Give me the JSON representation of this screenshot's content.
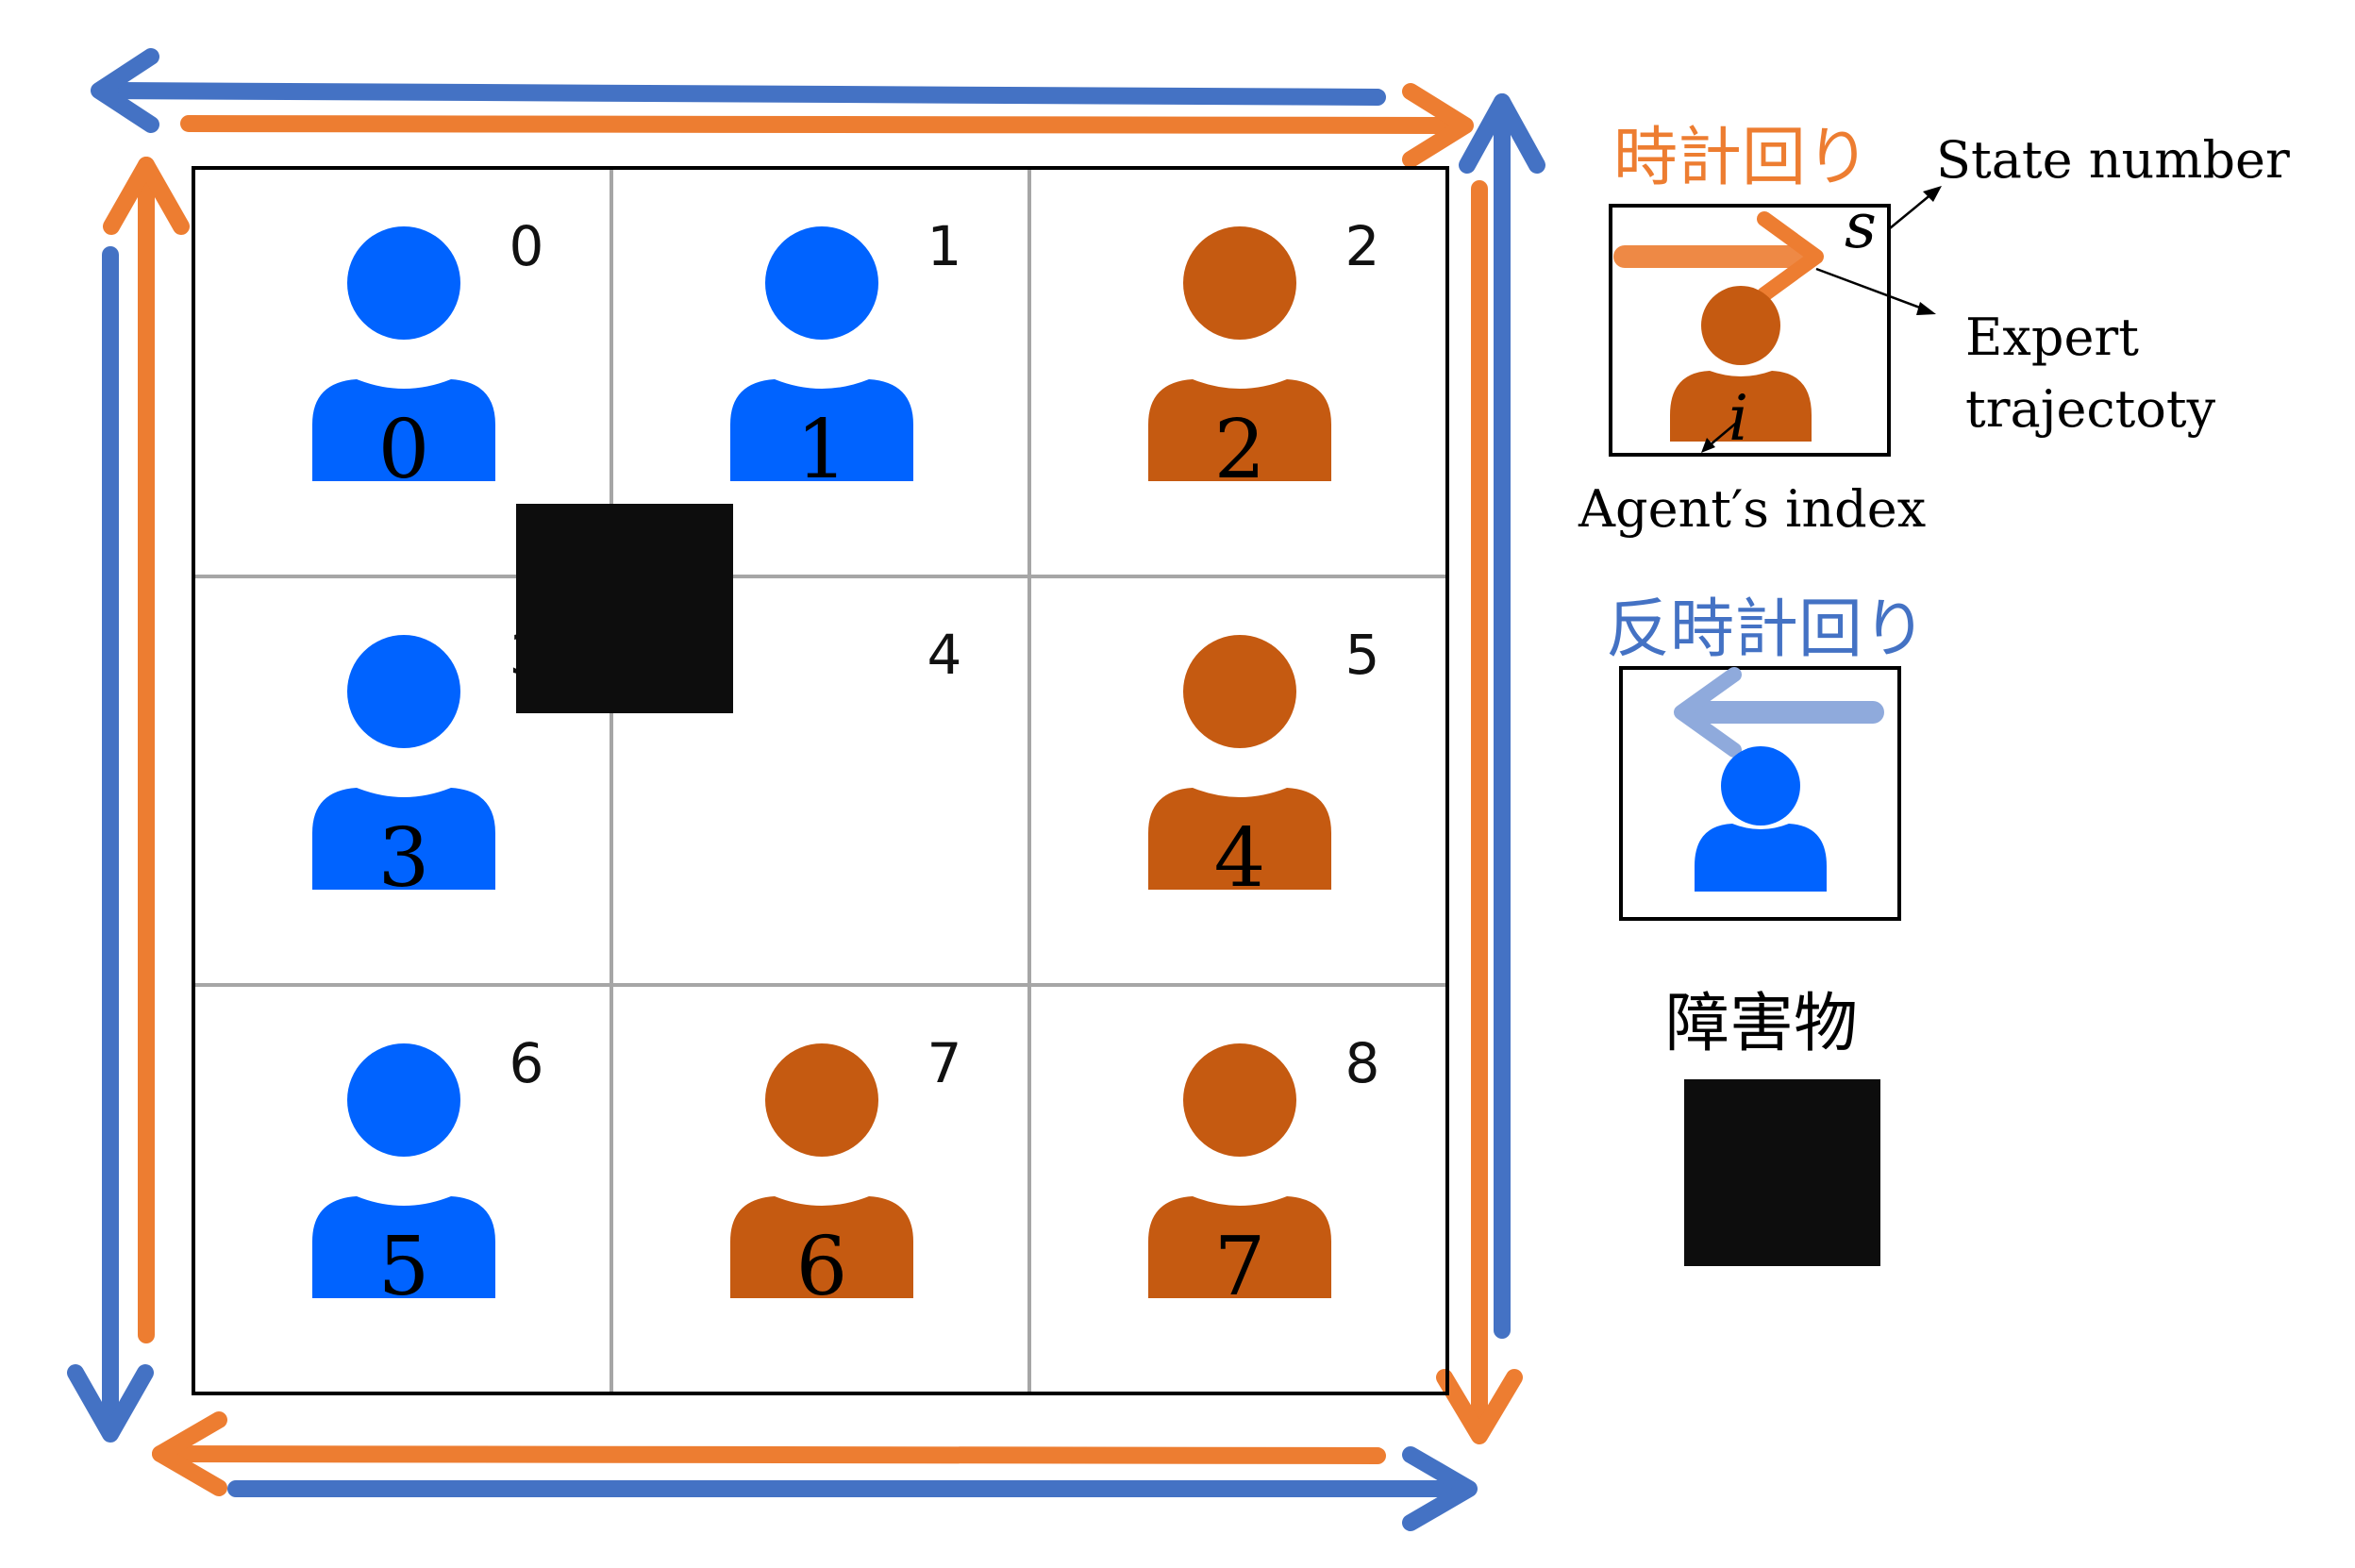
{
  "colors": {
    "clockwise": "#ED7D31",
    "counterclockwise": "#4472C4",
    "counterclockwise_light": "#8FAADC",
    "agent_blue": "#0063FF",
    "agent_orange": "#C55A11",
    "obstacle": "#0D0D0D",
    "grid_line": "#A6A6A6"
  },
  "grid": {
    "rows": 3,
    "cols": 3,
    "cells": [
      {
        "state": "0",
        "content": "agent",
        "agent_color": "blue",
        "agent_index": "0"
      },
      {
        "state": "1",
        "content": "agent",
        "agent_color": "blue",
        "agent_index": "1"
      },
      {
        "state": "2",
        "content": "agent",
        "agent_color": "orange",
        "agent_index": "2"
      },
      {
        "state": "3",
        "content": "agent",
        "agent_color": "blue",
        "agent_index": "3"
      },
      {
        "state": "4",
        "content": "obstacle"
      },
      {
        "state": "5",
        "content": "agent",
        "agent_color": "orange",
        "agent_index": "4"
      },
      {
        "state": "6",
        "content": "agent",
        "agent_color": "blue",
        "agent_index": "5"
      },
      {
        "state": "7",
        "content": "agent",
        "agent_color": "orange",
        "agent_index": "6"
      },
      {
        "state": "8",
        "content": "agent",
        "agent_color": "orange",
        "agent_index": "7"
      }
    ]
  },
  "legend": {
    "clockwise_label": "時計回り",
    "counterclockwise_label": "反時計回り",
    "obstacle_label": "障害物",
    "state_symbol": "s",
    "agent_symbol": "i",
    "state_number_label": "State number",
    "expert_label_line1": "Expert",
    "expert_label_line2": "trajectoty",
    "agent_index_label": "Agent′s index"
  },
  "icons": {
    "agent": "person-icon",
    "obstacle": "black-square",
    "direction": "arrow-icon"
  }
}
